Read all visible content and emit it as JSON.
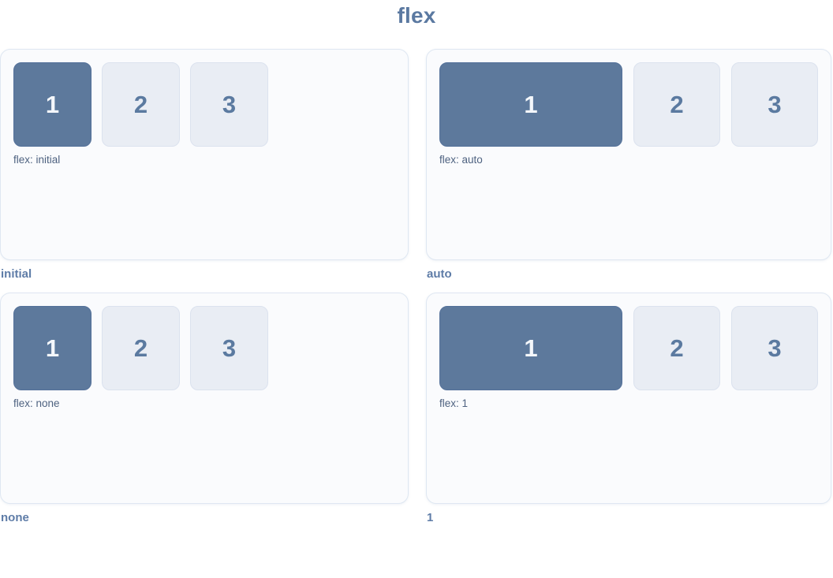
{
  "page": {
    "title": "flex"
  },
  "colors": {
    "title_text": "#5b79a1",
    "primary_box_bg": "#5d799c",
    "plain_box_bg": "#e9edf4",
    "plain_box_text": "#5b7aa0",
    "card_bg": "#fafbfd",
    "card_border": "#dfe7f2",
    "caption_text": "#4e6280",
    "label_text": "#5e7ca7"
  },
  "panels": [
    {
      "caption": "initial",
      "flex_label": "flex: initial",
      "layout": "fixed",
      "boxes": [
        "1",
        "2",
        "3"
      ]
    },
    {
      "caption": "auto",
      "flex_label": "flex: auto",
      "layout": "grow",
      "boxes": [
        "1",
        "2",
        "3"
      ]
    },
    {
      "caption": "none",
      "flex_label": "flex: none",
      "layout": "fixed",
      "boxes": [
        "1",
        "2",
        "3"
      ]
    },
    {
      "caption": "1",
      "flex_label": "flex: 1",
      "layout": "grow",
      "boxes": [
        "1",
        "2",
        "3"
      ]
    }
  ]
}
